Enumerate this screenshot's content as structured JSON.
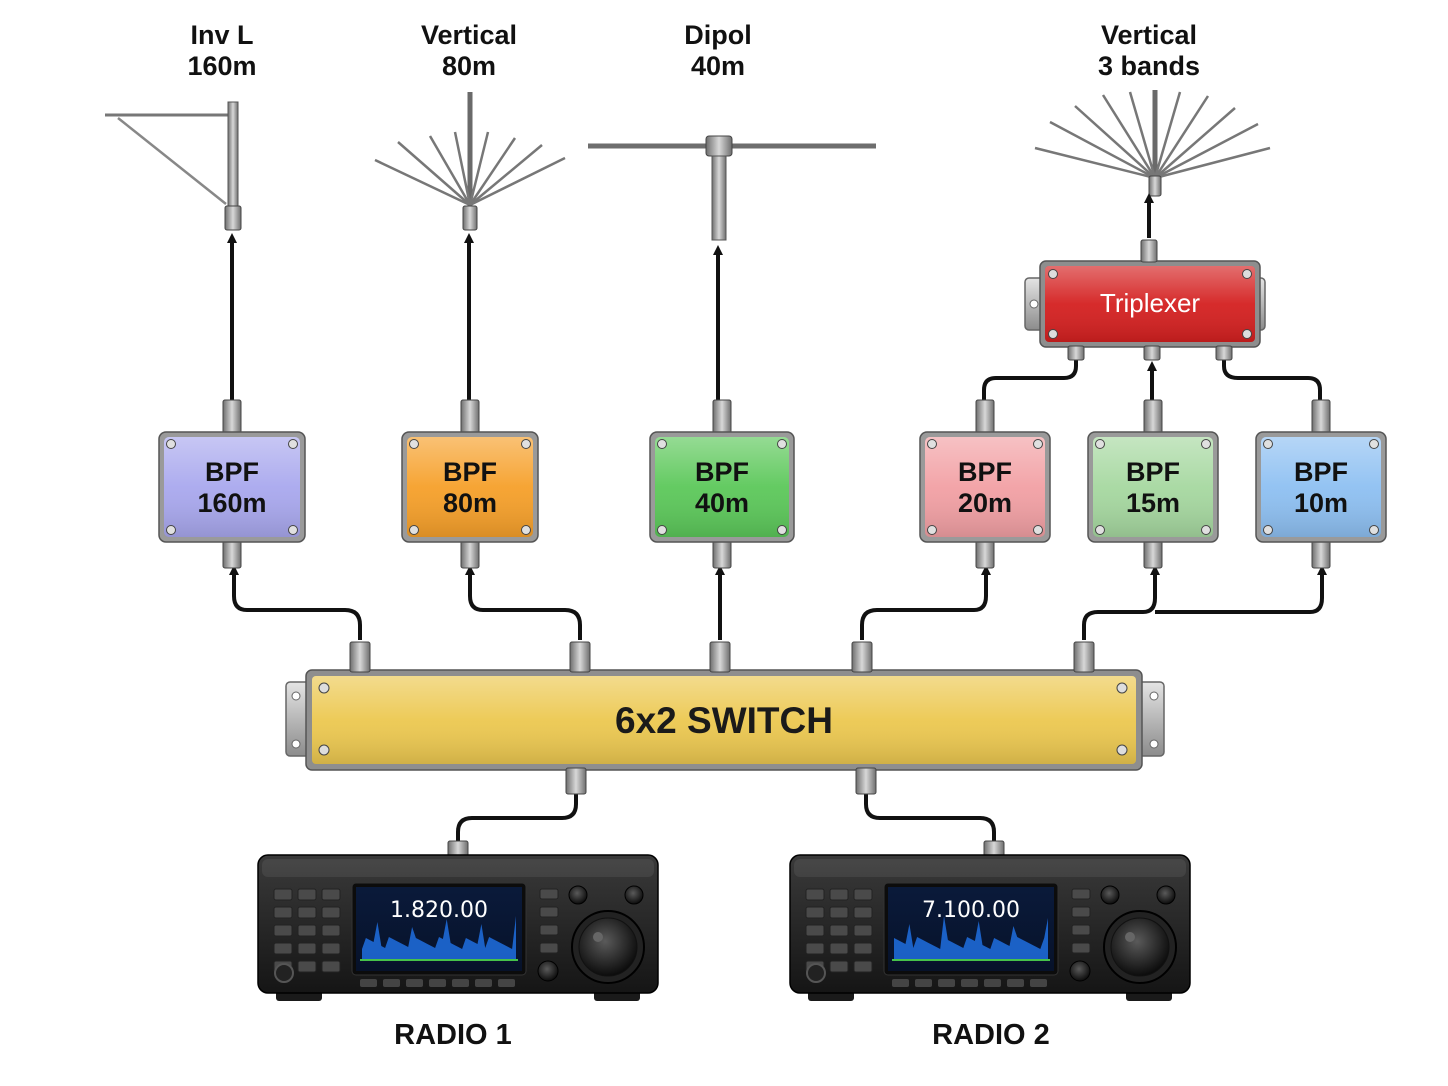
{
  "antennas": [
    {
      "line1": "Inv L",
      "line2": "160m"
    },
    {
      "line1": "Vertical",
      "line2": "80m"
    },
    {
      "line1": "Dipol",
      "line2": "40m"
    },
    {
      "line1": "Vertical",
      "line2": "3 bands"
    }
  ],
  "triplexer": {
    "label": "Triplexer",
    "color": "#d42020"
  },
  "filters": [
    {
      "line1": "BPF",
      "line2": "160m",
      "color": "#a9a8ee"
    },
    {
      "line1": "BPF",
      "line2": "80m",
      "color": "#f6a02a"
    },
    {
      "line1": "BPF",
      "line2": "40m",
      "color": "#5cc85a"
    },
    {
      "line1": "BPF",
      "line2": "20m",
      "color": "#f2a0a4"
    },
    {
      "line1": "BPF",
      "line2": "15m",
      "color": "#a6d8a0"
    },
    {
      "line1": "BPF",
      "line2": "10m",
      "color": "#8ec0f2"
    }
  ],
  "switch": {
    "label": "6x2 SWITCH",
    "color": "#ecc850"
  },
  "radios": [
    {
      "label": "RADIO 1",
      "frequency": "1.820.00"
    },
    {
      "label": "RADIO 2",
      "frequency": "7.100.00"
    }
  ]
}
